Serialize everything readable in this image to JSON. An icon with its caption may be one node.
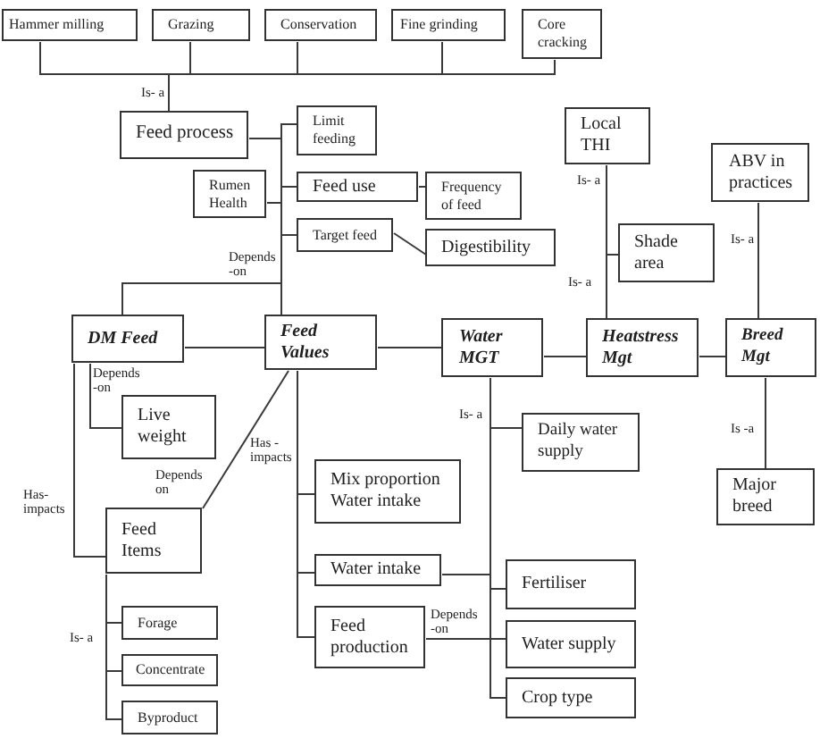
{
  "diagram": {
    "nodes": [
      {
        "text": [
          "Hammer milling"
        ]
      },
      {
        "text": [
          "Grazing"
        ]
      },
      {
        "text": [
          "Conservation"
        ]
      },
      {
        "text": [
          "Fine grinding"
        ]
      },
      {
        "text": [
          "Core cracking"
        ]
      },
      {
        "text": [
          "Feed process"
        ]
      },
      {
        "text": [
          "Limit feeding"
        ]
      },
      {
        "text": [
          "Local THI"
        ]
      },
      {
        "text": [
          "ABV in practices"
        ]
      },
      {
        "text": [
          "Rumen Health"
        ]
      },
      {
        "text": [
          "Feed use"
        ]
      },
      {
        "text": [
          "Frequency of feed"
        ]
      },
      {
        "text": [
          "Target feed"
        ]
      },
      {
        "text": [
          "Shade area"
        ]
      },
      {
        "text": [
          "Digestibility"
        ]
      },
      {
        "text": [
          "DM Feed"
        ]
      },
      {
        "text": [
          "Feed Values"
        ]
      },
      {
        "text": [
          "Water MGT"
        ]
      },
      {
        "text": [
          "Heatstress Mgt"
        ]
      },
      {
        "text": [
          "Breed Mgt"
        ]
      },
      {
        "text": [
          "Live weight"
        ]
      },
      {
        "text": [
          "Daily water supply"
        ]
      },
      {
        "text": [
          "Mix proportion Water intake"
        ]
      },
      {
        "text": [
          "Major breed"
        ]
      },
      {
        "text": [
          "Feed Items"
        ]
      },
      {
        "text": [
          "Water intake"
        ]
      },
      {
        "text": [
          "Fertiliser"
        ]
      },
      {
        "text": [
          "Feed production"
        ]
      },
      {
        "text": [
          "Water supply"
        ]
      },
      {
        "text": [
          "Forage"
        ]
      },
      {
        "text": [
          "Concentrate"
        ]
      },
      {
        "text": [
          "Crop type"
        ]
      },
      {
        "text": [
          "Byproduct"
        ]
      }
    ],
    "edges": [
      {
        "from": 5,
        "to": 0,
        "arrow": "none",
        "label": "Is- a"
      },
      {
        "from": 5,
        "to": 1,
        "arrow": "none"
      },
      {
        "from": 5,
        "to": 2,
        "arrow": "none"
      },
      {
        "from": 5,
        "to": 3,
        "arrow": "none"
      },
      {
        "from": 5,
        "to": 4,
        "arrow": "none"
      },
      {
        "from": 15,
        "to": 5,
        "arrow": "none",
        "label": "Depends -on"
      },
      {
        "from": 15,
        "to": 9,
        "arrow": "none"
      },
      {
        "from": 15,
        "to": 6,
        "arrow": "none"
      },
      {
        "from": 15,
        "to": 10,
        "arrow": "none"
      },
      {
        "from": 15,
        "to": 12,
        "arrow": "none"
      },
      {
        "from": 10,
        "to": 11,
        "arrow": "none"
      },
      {
        "from": 12,
        "to": 14,
        "arrow": "none"
      },
      {
        "from": 15,
        "to": 16,
        "arrow": "none"
      },
      {
        "from": 16,
        "to": 17,
        "arrow": "none"
      },
      {
        "from": 17,
        "to": 18,
        "arrow": "none"
      },
      {
        "from": 18,
        "to": 19,
        "arrow": "none"
      },
      {
        "from": 18,
        "to": 7,
        "arrow": "none",
        "label": "Is- a"
      },
      {
        "from": 18,
        "to": 13,
        "arrow": "none",
        "label": "Is- a"
      },
      {
        "from": 19,
        "to": 8,
        "arrow": "none",
        "label": "Is- a"
      },
      {
        "from": 19,
        "to": 23,
        "arrow": "none",
        "label": "Is -a"
      },
      {
        "from": 15,
        "to": 20,
        "arrow": "none",
        "label": "Depends -on"
      },
      {
        "from": 15,
        "to": 24,
        "arrow": "none",
        "label": "Has- impacts"
      },
      {
        "from": 16,
        "to": 24,
        "arrow": "none",
        "label": "Depends on"
      },
      {
        "from": 16,
        "to": 22,
        "arrow": "none",
        "label": "Has - impacts"
      },
      {
        "from": 16,
        "to": 25,
        "arrow": "none"
      },
      {
        "from": 16,
        "to": 27,
        "arrow": "none"
      },
      {
        "from": 17,
        "to": 21,
        "arrow": "none",
        "label": "Is- a"
      },
      {
        "from": 17,
        "to": 25,
        "arrow": "none"
      },
      {
        "from": 17,
        "to": 26,
        "arrow": "none"
      },
      {
        "from": 17,
        "to": 31,
        "arrow": "none"
      },
      {
        "from": 27,
        "to": 28,
        "arrow": "none",
        "label": "Depends -on"
      },
      {
        "from": 24,
        "to": 29,
        "arrow": "none",
        "label": "Is- a"
      },
      {
        "from": 24,
        "to": 30,
        "arrow": "none"
      },
      {
        "from": 24,
        "to": 32,
        "arrow": "none"
      },
      {
        "from": 16,
        "to": 5,
        "arrow": "none"
      },
      {
        "from": 16,
        "to": 9,
        "arrow": "none"
      },
      {
        "from": 16,
        "to": 6,
        "arrow": "none"
      },
      {
        "from": 16,
        "to": 10,
        "arrow": "none"
      },
      {
        "from": 16,
        "to": 12,
        "arrow": "none"
      }
    ]
  }
}
